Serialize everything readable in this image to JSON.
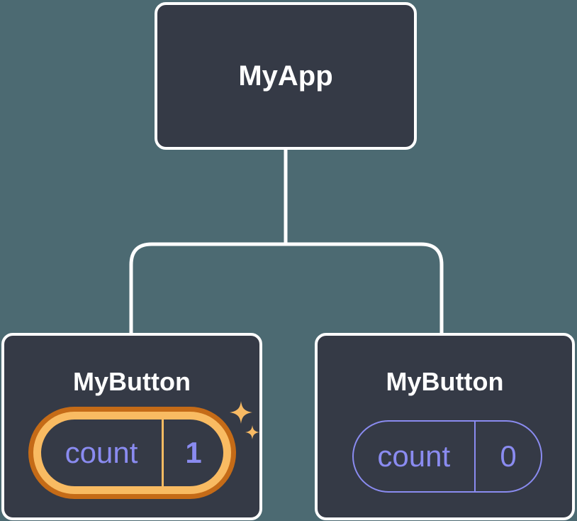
{
  "colors": {
    "background": "#4C6A72",
    "node_fill": "#353A46",
    "node_border": "#FFFFFF",
    "connector": "#FFFFFF",
    "title_text": "#FFFFFF",
    "state_text": "#8A8BF0",
    "state_border": "#8A8BF0",
    "highlight_ring_outer": "#C56B17",
    "highlight_ring_inner": "#F9BB62",
    "sparkle": "#F8BA64"
  },
  "tree": {
    "root": {
      "label": "MyApp"
    },
    "children": [
      {
        "label": "MyButton",
        "state": {
          "key": "count",
          "value": "1"
        },
        "highlighted": true
      },
      {
        "label": "MyButton",
        "state": {
          "key": "count",
          "value": "0"
        },
        "highlighted": false
      }
    ]
  }
}
